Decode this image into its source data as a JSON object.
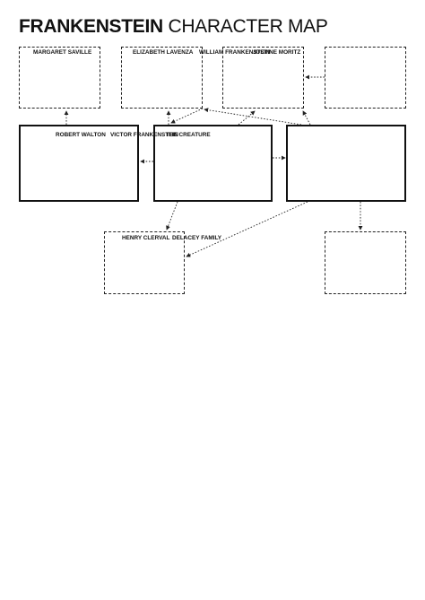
{
  "title": {
    "bold": "FRANKENSTEIN",
    "light": "CHARACTER MAP"
  },
  "characters": {
    "margaret": "MARGARET SAVILLE",
    "elizabeth": "ELIZABETH LAVENZA",
    "william": "WILLIAM FRANKENSTEIN",
    "justine": "JUSTINE MORITZ",
    "robert": "ROBERT WALTON",
    "victor": "VICTOR FRANKENSTEIN",
    "creature": "THE CREATURE",
    "henry": "HENRY CLERVAL",
    "delacey": "DELACEY FAMILY"
  }
}
